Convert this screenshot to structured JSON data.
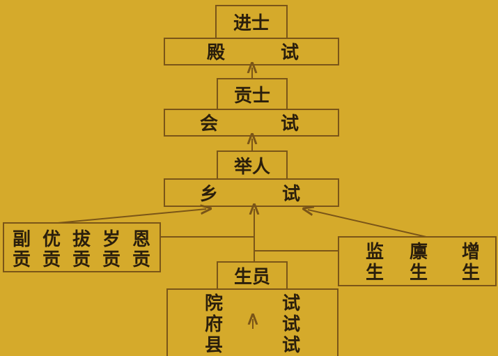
{
  "colors": {
    "background": "#d5aa2b",
    "line": "#7a5518",
    "text": "#2a1e0c"
  },
  "levels": [
    {
      "title": "进士",
      "exam": [
        "殿",
        "试"
      ]
    },
    {
      "title": "贡士",
      "exam": [
        "会",
        "试"
      ]
    },
    {
      "title": "举人",
      "exam": [
        "乡",
        "试"
      ]
    }
  ],
  "gong": {
    "top": [
      "副",
      "优",
      "拔",
      "岁",
      "恩"
    ],
    "bottom": [
      "贡",
      "贡",
      "贡",
      "贡",
      "贡"
    ]
  },
  "sheng": {
    "top": [
      "监",
      "廪",
      "增"
    ],
    "bottom": [
      "生",
      "生",
      "生"
    ]
  },
  "shengyuan": {
    "title": "生员",
    "left": [
      "院",
      "府",
      "县"
    ],
    "right": [
      "试",
      "试",
      "试"
    ]
  }
}
